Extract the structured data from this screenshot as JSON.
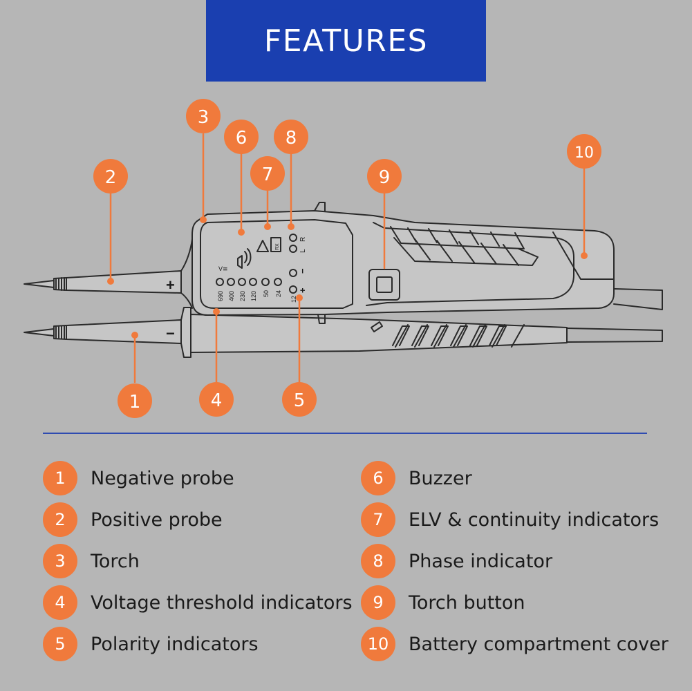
{
  "banner": {
    "title": "FEATURES"
  },
  "callouts": [
    {
      "num": "1"
    },
    {
      "num": "2"
    },
    {
      "num": "3"
    },
    {
      "num": "4"
    },
    {
      "num": "5"
    },
    {
      "num": "6"
    },
    {
      "num": "7"
    },
    {
      "num": "8"
    },
    {
      "num": "9"
    },
    {
      "num": "10"
    }
  ],
  "device": {
    "probe_plus": "+",
    "probe_minus": "−",
    "voltage_unit": "V≅",
    "voltage_levels": [
      "690",
      "400",
      "230",
      "120",
      "50",
      "24",
      "12"
    ],
    "polarity_minus": "−",
    "polarity_plus": "+",
    "phase_l": "L",
    "phase_r": "R",
    "rx_label": "RX"
  },
  "legend": [
    {
      "num": "1",
      "label": "Negative probe"
    },
    {
      "num": "2",
      "label": "Positive probe"
    },
    {
      "num": "3",
      "label": "Torch"
    },
    {
      "num": "4",
      "label": "Voltage threshold indicators"
    },
    {
      "num": "5",
      "label": "Polarity indicators"
    },
    {
      "num": "6",
      "label": "Buzzer"
    },
    {
      "num": "7",
      "label": "ELV & continuity indicators"
    },
    {
      "num": "8",
      "label": "Phase indicator"
    },
    {
      "num": "9",
      "label": "Torch button"
    },
    {
      "num": "10",
      "label": "Battery compartment cover"
    }
  ],
  "colors": {
    "banner": "#1a3fb0",
    "accent": "#f07a3c",
    "background": "#b6b6b6",
    "divider": "#2f4bb0"
  }
}
